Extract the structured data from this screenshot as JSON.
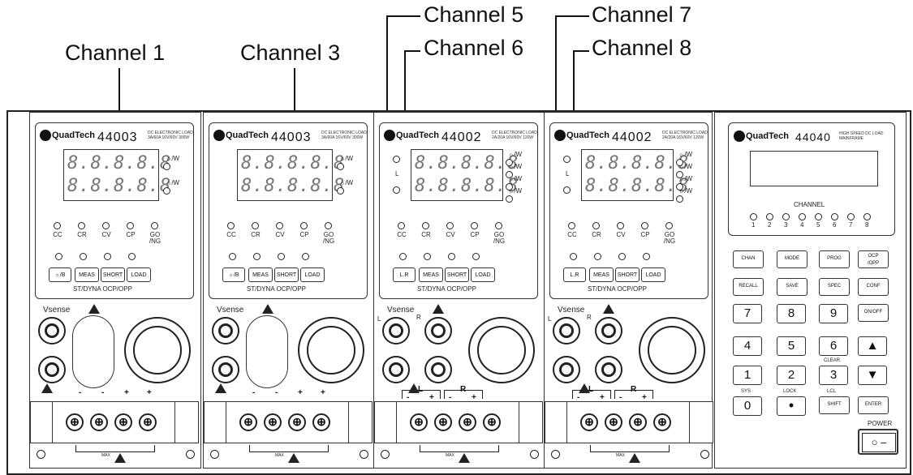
{
  "callouts": {
    "ch1": "Channel 1",
    "ch3": "Channel 3",
    "ch5": "Channel 5",
    "ch6": "Channel 6",
    "ch7": "Channel 7",
    "ch8": "Channel 8"
  },
  "brand": "QuadTech",
  "modules": [
    {
      "model": "44003",
      "desc": "DC ELECTRONIC LOAD 3A/60A 16V/60V 300W",
      "first_button": "☼/B",
      "sense": "Vsense",
      "display": "8.8.8.8.8"
    },
    {
      "model": "44003",
      "desc": "DC ELECTRONIC LOAD 3A/60A 16V/60V 300W",
      "first_button": "☼/B",
      "sense": "Vsense",
      "display": "8.8.8.8.8"
    },
    {
      "model": "44002",
      "desc": "DC ELECTRONIC LOAD 2A/20A 16V/60V 120W",
      "first_button": "L.R",
      "sense": "Vsense",
      "display": "8.8.8.8.8"
    },
    {
      "model": "44002",
      "desc": "DC ELECTRONIC LOAD 2A/20A 16V/60V 120W",
      "first_button": "L.R",
      "sense": "Vsense",
      "display": "8.8.8.8.8"
    }
  ],
  "status_labels": [
    "CC",
    "CR",
    "CV",
    "CP",
    "GO\n/NG"
  ],
  "unit_label": "☼/W",
  "buttons": [
    "MEAS",
    "SHORT",
    "LOAD"
  ],
  "button_caption": "ST/DYNA  OCP/OPP",
  "dual_channel_mark": "L",
  "terminal_signs": [
    "-",
    "-",
    "+",
    "+"
  ],
  "dual_terminal_groups": [
    {
      "label": "L",
      "signs": [
        "-",
        "+"
      ]
    },
    {
      "label": "R",
      "signs": [
        "-",
        "+"
      ]
    }
  ],
  "jack_sides": {
    "left": "L",
    "right": "R"
  },
  "max_label": "MAX",
  "mainframe": {
    "model": "44040",
    "desc": "HIGH SPEED DC LOAD MAINFRAME",
    "channel_label": "CHANNEL",
    "channels": [
      "1",
      "2",
      "3",
      "4",
      "5",
      "6",
      "7",
      "8"
    ],
    "keypad": [
      [
        "CHAN",
        "MODE",
        "PROG",
        "OCP\n/OPP"
      ],
      [
        "RECALL",
        "SAVE",
        "SPEC",
        "CONF"
      ],
      [
        "7",
        "8",
        "9",
        "ON/OFF"
      ],
      [
        "4",
        "5",
        "6",
        "▲"
      ],
      [
        "1",
        "2",
        "3",
        "▼"
      ],
      [
        "0",
        "•",
        "SHIFT",
        "ENTER"
      ]
    ],
    "key_captions": {
      "clear": "CLEAR",
      "sys": "SYS",
      "lock": "LOCK",
      "lcl": "LCL"
    },
    "power_label": "POWER",
    "power_switch": "○ –"
  }
}
